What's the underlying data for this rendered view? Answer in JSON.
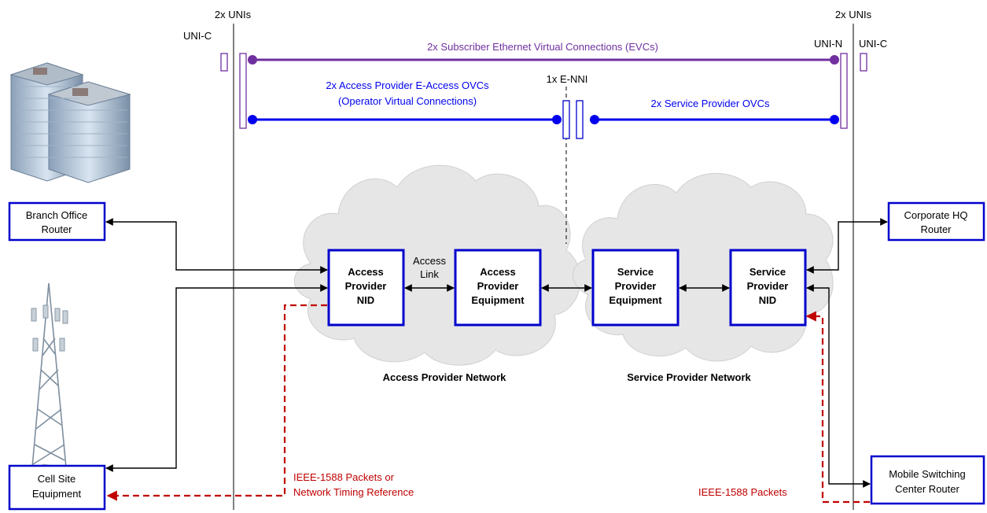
{
  "unis": {
    "left_count": "2x UNIs",
    "right_count": "2x UNIs",
    "uni_c_left": "UNI-C",
    "uni_n_right": "UNI-N",
    "uni_c_right": "UNI-C"
  },
  "connections": {
    "evc_label": "2x Subscriber Ethernet Virtual Connections (EVCs)",
    "access_ovc_line1": "2x Access Provider E-Access OVCs",
    "access_ovc_line2": "(Operator Virtual Connections)",
    "enni_label": "1x E-NNI",
    "service_ovc_label": "2x Service Provider OVCs"
  },
  "endpoints": {
    "branch_line1": "Branch Office",
    "branch_line2": "Router",
    "cell_line1": "Cell Site",
    "cell_line2": "Equipment",
    "corp_line1": "Corporate HQ",
    "corp_line2": "Router",
    "msc_line1": "Mobile Switching",
    "msc_line2": "Center Router"
  },
  "nodes": {
    "ap_nid": [
      "Access",
      "Provider",
      "NID"
    ],
    "ap_eq": [
      "Access",
      "Provider",
      "Equipment"
    ],
    "sp_eq": [
      "Service",
      "Provider",
      "Equipment"
    ],
    "sp_nid": [
      "Service",
      "Provider",
      "NID"
    ],
    "access_link_line1": "Access",
    "access_link_line2": "Link"
  },
  "networks": {
    "access_name": "Access Provider Network",
    "service_name": "Service Provider Network"
  },
  "timing": {
    "left_line1": "IEEE-1588 Packets or",
    "left_line2": "Network Timing Reference",
    "right_label": "IEEE-1588 Packets"
  },
  "colors": {
    "evc": "#7030a0",
    "ovc": "#0000ee",
    "box_border": "#0000cc",
    "timing": "#c00000",
    "cloud": "#e6e6e6"
  }
}
